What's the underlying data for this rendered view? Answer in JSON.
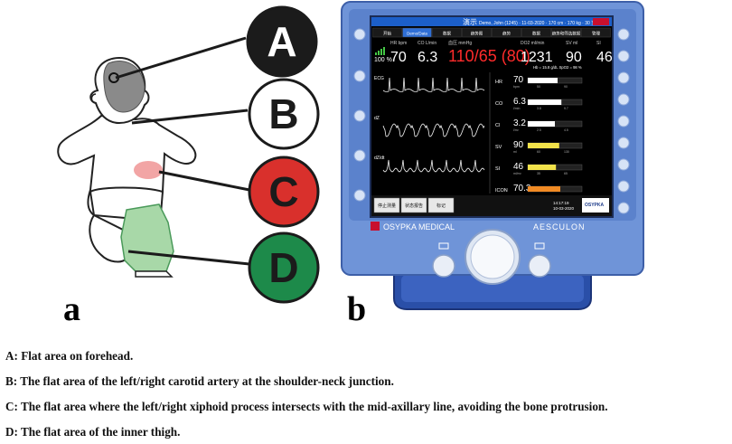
{
  "panel_a": {
    "label": "a",
    "markers": [
      {
        "letter": "A",
        "fill": "#1b1b1b",
        "text_color": "#ffffff"
      },
      {
        "letter": "B",
        "fill": "#ffffff",
        "text_color": "#1b1b1b"
      },
      {
        "letter": "C",
        "fill": "#d9302c",
        "text_color": "#1b1b1b"
      },
      {
        "letter": "D",
        "fill": "#1d8a4a",
        "text_color": "#1b1b1b"
      }
    ]
  },
  "panel_b": {
    "label": "b",
    "monitor": {
      "topbar_title": "演示",
      "patient_info": "Demo, John (1245) · 11-03-2020 · 170 cm · 170 kg · 30 岁",
      "tabs": [
        "开始",
        "Demo/Data",
        "数据",
        "趋势图",
        "趋势",
        "数据",
        "趋势和筛选数据",
        "管理"
      ],
      "battery_value": "100 %",
      "vitals": [
        {
          "label": "HR",
          "unit": "bpm",
          "value": "70",
          "color": "#ffffff"
        },
        {
          "label": "CO",
          "unit": "L/min",
          "value": "6.3",
          "color": "#ffffff"
        },
        {
          "label": "血压",
          "unit": "mmHg",
          "value": "110/65 (80)",
          "color": "#ff2b2b"
        },
        {
          "label": "DO2",
          "unit": "ml/min",
          "value": "1231",
          "color": "#ffffff"
        },
        {
          "label": "SV",
          "unit": "ml",
          "value": "90",
          "color": "#ffffff"
        },
        {
          "label": "SI",
          "unit": "",
          "value": "46",
          "color": "#ffffff"
        }
      ],
      "do2_subtext": "Hb = 15.8 g/dL SpO2 = 98 %",
      "wave_labels": [
        "ECG",
        "dZ",
        "dZ/dt"
      ],
      "params": [
        {
          "name": "HR",
          "value": "70",
          "unit": "bpm",
          "bar": 0.55,
          "color": "#ffffff",
          "ticks": [
            "50",
            "90"
          ]
        },
        {
          "name": "CO",
          "value": "6.3",
          "unit": "l/min",
          "bar": 0.62,
          "color": "#ffffff",
          "ticks": [
            "3.8",
            "9.7"
          ]
        },
        {
          "name": "CI",
          "value": "3.2",
          "unit": "l/m²",
          "bar": 0.5,
          "color": "#ffffff",
          "ticks": [
            "2.5",
            "4.5"
          ]
        },
        {
          "name": "SV",
          "value": "90",
          "unit": "ml",
          "bar": 0.58,
          "color": "#f2e24a",
          "ticks": [
            "60",
            "130"
          ]
        },
        {
          "name": "SI",
          "value": "46",
          "unit": "ml/m²",
          "bar": 0.52,
          "color": "#f2e24a",
          "ticks": [
            "35",
            "65"
          ]
        },
        {
          "name": "ICON",
          "value": "70.3",
          "unit": "",
          "bar": 0.6,
          "color": "#f08a24",
          "ticks": [
            "",
            ""
          ]
        }
      ],
      "bottom_buttons": [
        "停止测量",
        "状态报告",
        "标记"
      ],
      "clock": "14:17:19\n10-03-2020",
      "logo_small": "OSYPKA",
      "brand_left": "OSYPKA MEDICAL",
      "brand_right": "AESCULON"
    }
  },
  "captions": [
    "A: Flat area on forehead.",
    "B: The flat area of the left/right carotid artery at the shoulder-neck junction.",
    "C: The flat area where the left/right xiphoid process intersects with the mid-axillary line, avoiding the bone protrusion.",
    "D: The flat area of the inner thigh."
  ],
  "colors": {
    "skin_outline": "#222222",
    "head_gray": "#8a8a8a",
    "chest_patch": "#f2a5a5",
    "thigh_patch": "#a8d8a8",
    "monitor_body": "#6f94d8",
    "monitor_dark": "#2f4f9a",
    "screen_bg": "#000000"
  }
}
